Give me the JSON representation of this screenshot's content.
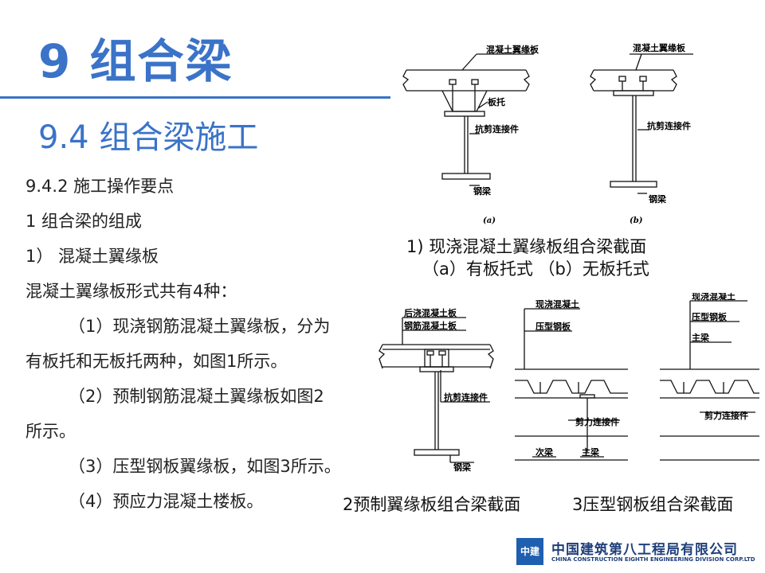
{
  "heading": {
    "chapter": "9  组合梁",
    "section": "9.4  组合梁施工"
  },
  "body": {
    "l1": "9.4.2  施工操作要点",
    "l2": "1    组合梁的组成",
    "l3": "1）  混凝土翼缘板",
    "l4": "混凝土翼缘板形式共有4种：",
    "l5": "（1）现浇钢筋混凝土翼缘板，分为",
    "l6": "有板托和无板托两种，如图1所示。",
    "l7": "（2）预制钢筋混凝土翼缘板如图2",
    "l8": "所示。",
    "l9": "（3）压型钢板翼缘板，如图3所示。",
    "l10": "（4）预应力混凝土楼板。"
  },
  "figures": {
    "fig1": {
      "a": {
        "flange": "混凝土翼缘板",
        "haunch": "板托",
        "connector": "抗剪连接件",
        "beam": "钢梁",
        "tag": "(a)"
      },
      "b": {
        "flange": "混凝土翼缘板",
        "connector": "抗剪连接件",
        "beam": "钢梁",
        "tag": "(b)"
      },
      "caption1": "1) 现浇混凝土翼缘板组合梁截面",
      "caption2": "（a）有板托式  （b）无板托式"
    },
    "fig2": {
      "topping": "后浇混凝土板",
      "precast": "钢筋混凝土板",
      "connector": "抗剪连接件",
      "beam": "钢梁",
      "caption": "2预制翼缘板组合梁截面"
    },
    "fig3": {
      "left": {
        "concrete": "现浇混凝土",
        "deck": "压型钢板",
        "connector": "剪力连接件",
        "secondary": "次梁",
        "main": "主梁"
      },
      "right": {
        "concrete": "现浇混凝土",
        "deck": "压型钢板",
        "main": "主梁",
        "connector": "剪力连接件"
      },
      "caption": "3压型钢板组合梁截面"
    }
  },
  "logo": {
    "mark": "中建",
    "name_cn": "中国建筑第八工程局有限公司",
    "name_en": "CHINA CONSTRUCTION EIGHTH ENGINEERING DIVISION CORP.LTD"
  }
}
